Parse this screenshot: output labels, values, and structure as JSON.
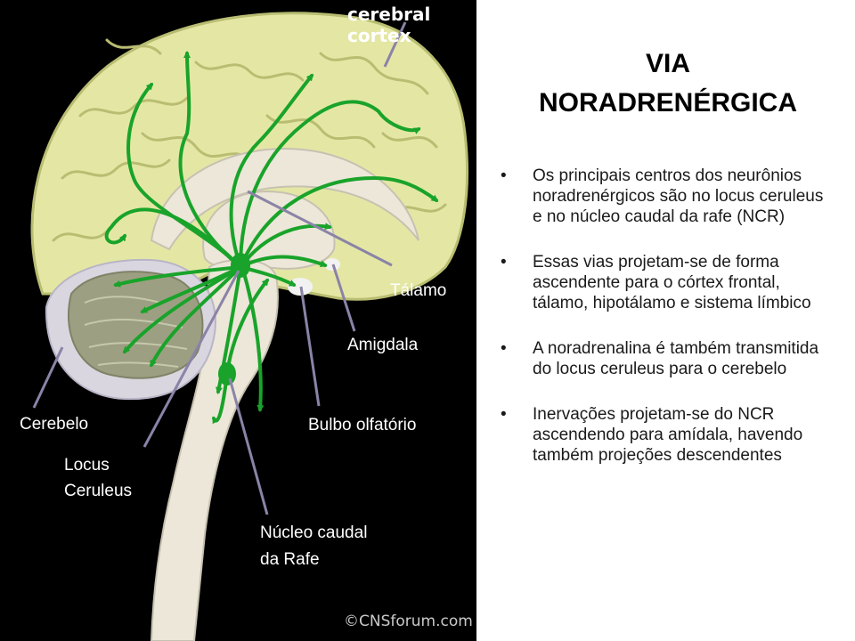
{
  "title": {
    "line1": "VIA",
    "line2": "NORADRENÉRGICA"
  },
  "bullets": [
    {
      "text": "Os principais centros dos neurônios noradrenérgicos são no locus ceruleus e no núcleo caudal da rafe (NCR)"
    },
    {
      "text": "Essas vias projetam-se de forma ascendente para o córtex frontal, tálamo, hipotálamo e sistema límbico"
    },
    {
      "text": "A noradrenalina é também transmitida do locus ceruleus para o cerebelo"
    },
    {
      "text": "Inervações projetam-se do NCR ascendendo para amídala, havendo também projeções descendentes"
    }
  ],
  "illustration": {
    "labels": {
      "cerebral_cortex": "cerebral cortex",
      "talamo": "Tálamo",
      "amigdala": "Amigdala",
      "cerebelo": "Cerebelo",
      "bulbo_olfatorio": "Bulbo olfatório",
      "locus_line1": "Locus",
      "locus_line2": "Ceruleus",
      "nucleo_line1": "Núcleo caudal",
      "nucleo_line2": "da Rafe"
    },
    "copyright": "©CNSforum.com",
    "colors": {
      "background": "#000000",
      "cortex": "#e4e7a4",
      "inner": "#ece7d8",
      "cerebellum": "#9d9f82",
      "pathway": "#19a32a",
      "pointer": "#8b83a7"
    }
  }
}
